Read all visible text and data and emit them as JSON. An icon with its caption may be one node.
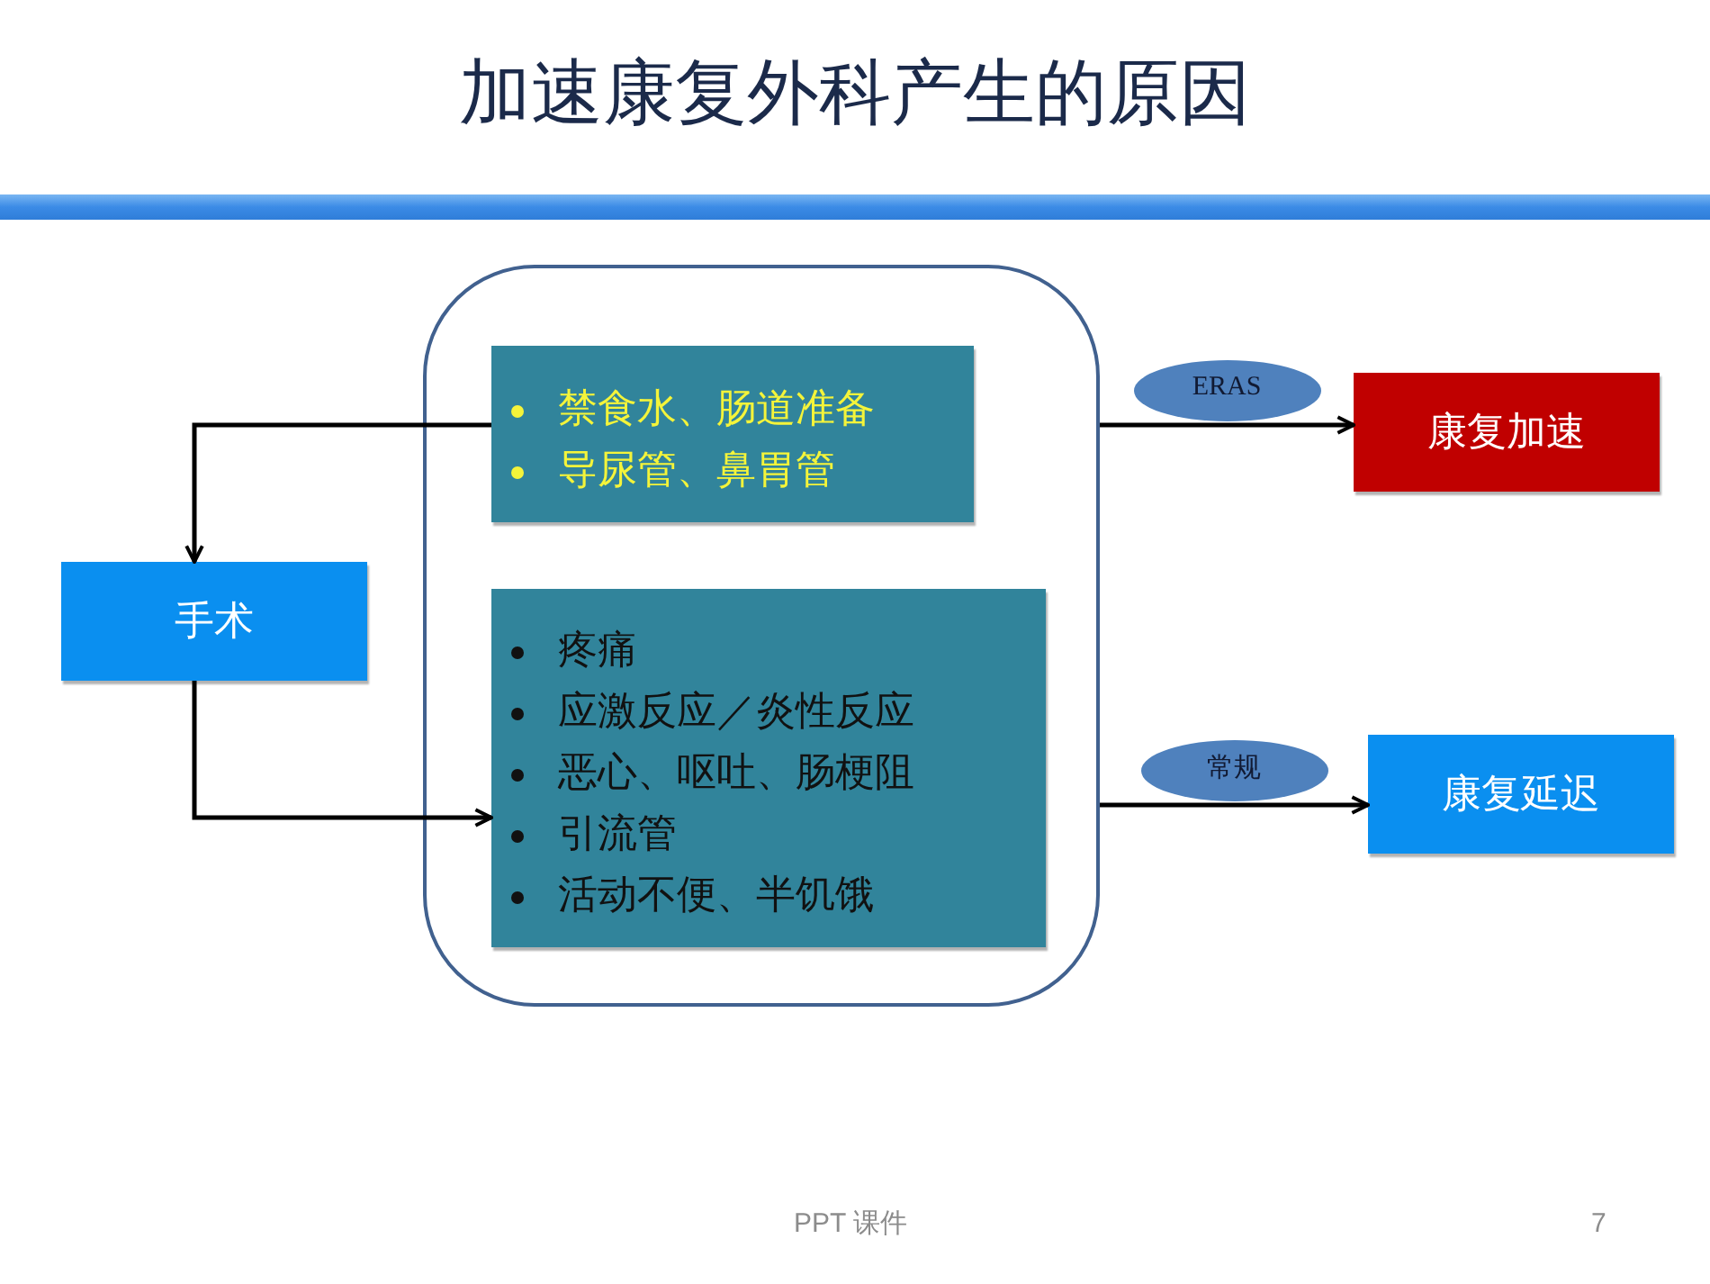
{
  "diagram": {
    "title": "加速康复外科产生的原因",
    "nodes": [
      {
        "text": [
          "手术"
        ]
      },
      {
        "text": [],
        "shape": "box"
      },
      {
        "text": [
          "禁食水、肠道准备",
          "导尿管、鼻胃管"
        ],
        "in": 1
      },
      {
        "text": [
          "疼痛",
          "应激反应／炎性反应",
          "恶心、呕吐、肠梗阻",
          "引流管",
          "活动不便、半饥饿"
        ],
        "in": 1
      },
      {
        "text": [
          "康复加速"
        ]
      },
      {
        "text": [
          "康复延迟"
        ]
      }
    ],
    "edges": [
      {
        "from": 2,
        "to": 0,
        "arrow": "to"
      },
      {
        "from": 0,
        "to": 3,
        "arrow": "to"
      },
      {
        "from": 1,
        "to": 4,
        "arrow": "to",
        "label": "ERAS"
      },
      {
        "from": 1,
        "to": 5,
        "arrow": "to",
        "label": "常规"
      }
    ],
    "labels": [
      "PPT 课件",
      "7"
    ]
  }
}
